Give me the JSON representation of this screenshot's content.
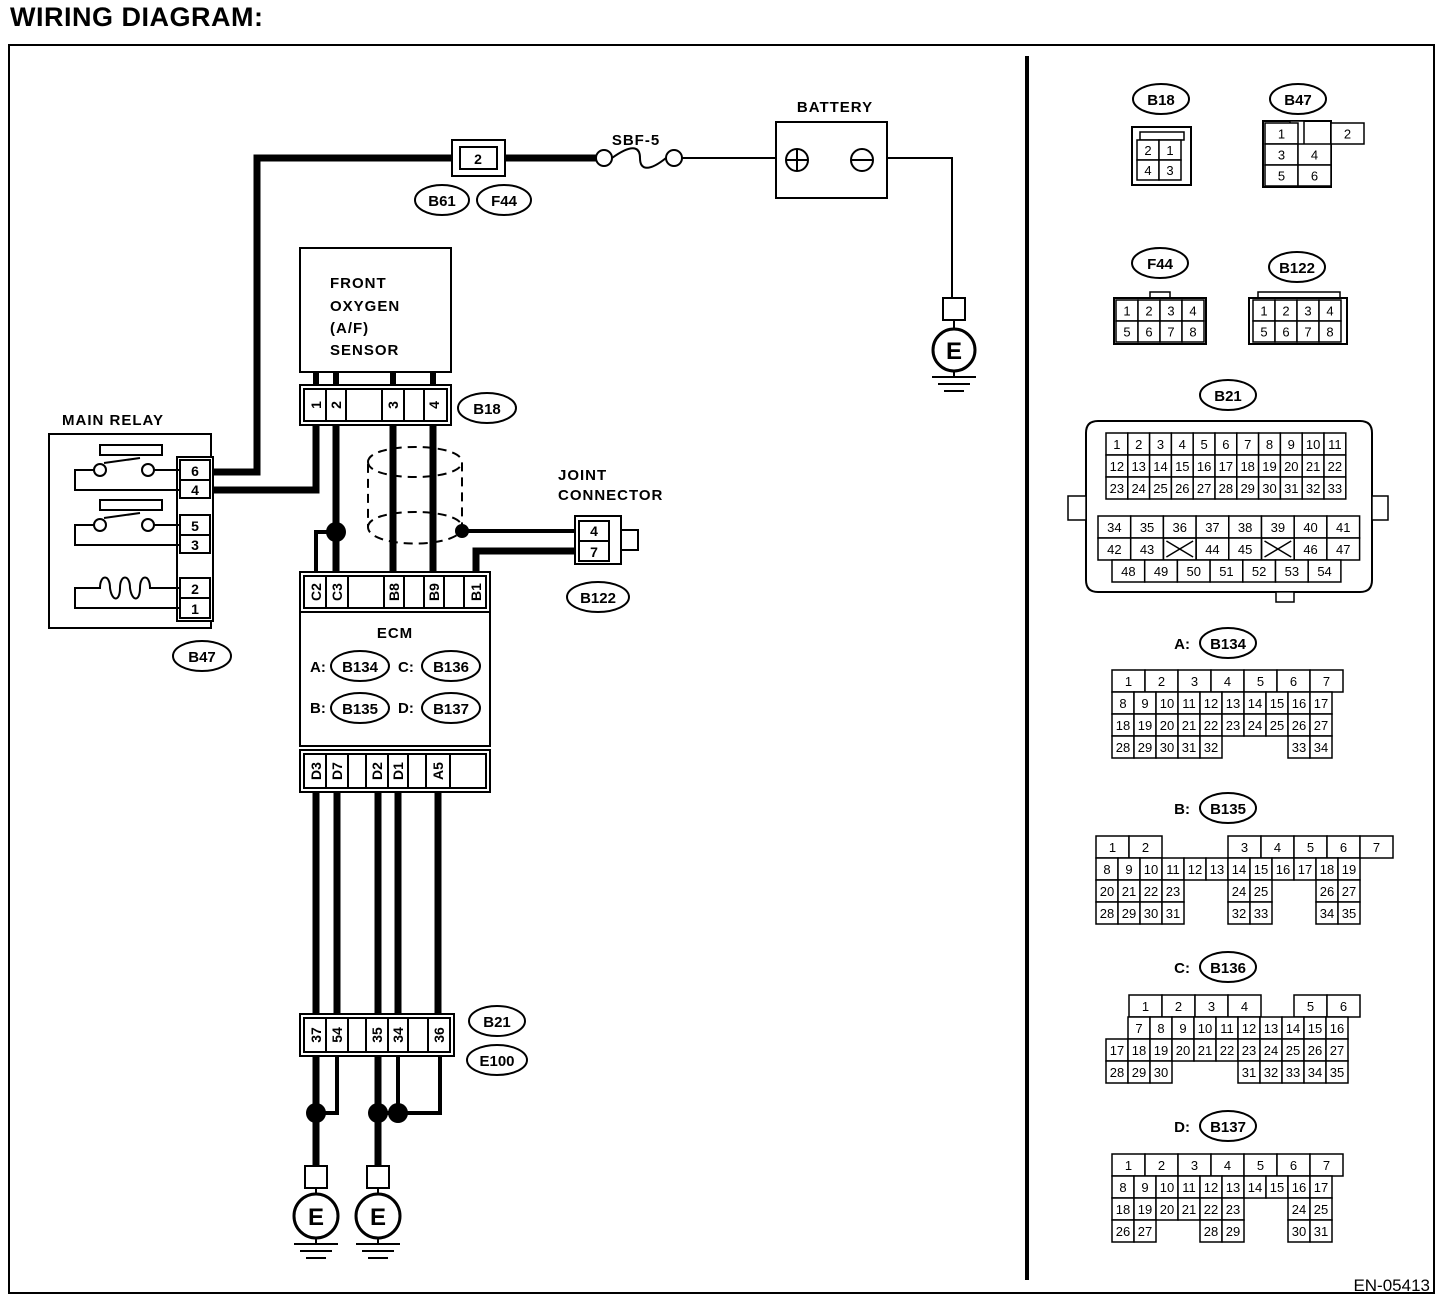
{
  "title": "WIRING DIAGRAM:",
  "figure_code": "EN-05413",
  "components": {
    "battery": "BATTERY",
    "fuse": "SBF-5",
    "sensor": [
      "FRONT",
      "OXYGEN",
      "(A/F)",
      "SENSOR"
    ],
    "main_relay": "MAIN RELAY",
    "joint_connector": [
      "JOINT",
      "CONNECTOR"
    ],
    "ecm": "ECM",
    "ground": "E"
  },
  "connector_tags": {
    "b61": "B61",
    "f44": "F44",
    "b18": "B18",
    "b47": "B47",
    "b122": "B122",
    "b21": "B21",
    "e100": "E100",
    "b134": "B134",
    "b135": "B135",
    "b136": "B136",
    "b137": "B137"
  },
  "ecm_legend": [
    {
      "prefix": "A:",
      "tag": "B134"
    },
    {
      "prefix": "C:",
      "tag": "B136"
    },
    {
      "prefix": "B:",
      "tag": "B135"
    },
    {
      "prefix": "D:",
      "tag": "B137"
    }
  ],
  "pins": {
    "inline_b61": "2",
    "relay": [
      "6",
      "4",
      "5",
      "3",
      "2",
      "1"
    ],
    "sensor": [
      "1",
      "2",
      "3",
      "4"
    ],
    "joint": [
      "4",
      "7"
    ],
    "ecm_top": [
      "C2",
      "C3",
      "B8",
      "B9",
      "B1"
    ],
    "ecm_bottom": [
      "D3",
      "D7",
      "D2",
      "D1",
      "A5"
    ],
    "b21": [
      "37",
      "54",
      "35",
      "34",
      "36"
    ]
  },
  "connector_views": {
    "b18": {
      "tag": "B18",
      "rows": [
        [
          "2",
          "1"
        ],
        [
          "4",
          "3"
        ]
      ]
    },
    "b47": {
      "tag": "B47",
      "rows": [
        [
          "1",
          "2"
        ],
        [
          "3",
          "4"
        ],
        [
          "5",
          "6"
        ]
      ]
    },
    "f44": {
      "tag": "F44",
      "rows": [
        [
          "1",
          "2",
          "3",
          "4"
        ],
        [
          "5",
          "6",
          "7",
          "8"
        ]
      ]
    },
    "b122": {
      "tag": "B122",
      "rows": [
        [
          "1",
          "2",
          "3",
          "4"
        ],
        [
          "5",
          "6",
          "7",
          "8"
        ]
      ]
    },
    "b21": {
      "tag": "B21",
      "rows_top": [
        [
          "1",
          "2",
          "3",
          "4",
          "5",
          "6",
          "7",
          "8",
          "9",
          "10",
          "11"
        ],
        [
          "12",
          "13",
          "14",
          "15",
          "16",
          "17",
          "18",
          "19",
          "20",
          "21",
          "22"
        ],
        [
          "23",
          "24",
          "25",
          "26",
          "27",
          "28",
          "29",
          "30",
          "31",
          "32",
          "33"
        ]
      ],
      "rows_bottom": [
        [
          "34",
          "35",
          "36",
          "37",
          "38",
          "39",
          "40",
          "41"
        ],
        [
          "42",
          "43",
          "",
          "44",
          "45",
          "",
          "46",
          "47"
        ],
        [
          "48",
          "49",
          "50",
          "51",
          "52",
          "53",
          "54"
        ]
      ]
    },
    "a": {
      "prefix": "A:",
      "tag": "B134",
      "rows": [
        [
          "1",
          "2",
          "3",
          "4",
          "5",
          "6",
          "7"
        ],
        [
          "8",
          "9",
          "10",
          "11",
          "12",
          "13",
          "14",
          "15",
          "16",
          "17"
        ],
        [
          "18",
          "19",
          "20",
          "21",
          "22",
          "23",
          "24",
          "25",
          "26",
          "27"
        ],
        [
          "28",
          "29",
          "30",
          "31",
          "32",
          "",
          "",
          "",
          "33",
          "34"
        ]
      ]
    },
    "b": {
      "prefix": "B:",
      "tag": "B135",
      "rows": [
        [
          "1",
          "2",
          "",
          "",
          "3",
          "4",
          "5",
          "6",
          "7"
        ],
        [
          "8",
          "9",
          "10",
          "11",
          "12",
          "13",
          "14",
          "15",
          "16",
          "17",
          "18",
          "19"
        ],
        [
          "20",
          "21",
          "22",
          "23",
          "",
          "",
          "24",
          "25",
          "",
          "",
          "26",
          "27"
        ],
        [
          "28",
          "29",
          "30",
          "31",
          "",
          "",
          "32",
          "33",
          "",
          "",
          "34",
          "35"
        ]
      ]
    },
    "c": {
      "prefix": "C:",
      "tag": "B136",
      "rows": [
        [
          "",
          "1",
          "2",
          "3",
          "4",
          "",
          "5",
          "6"
        ],
        [
          "",
          "7",
          "8",
          "9",
          "10",
          "11",
          "12",
          "13",
          "14",
          "15",
          "16"
        ],
        [
          "17",
          "18",
          "19",
          "20",
          "21",
          "22",
          "23",
          "24",
          "25",
          "26",
          "27"
        ],
        [
          "28",
          "29",
          "30",
          "",
          "",
          "",
          "31",
          "32",
          "33",
          "34",
          "35"
        ]
      ]
    },
    "d": {
      "prefix": "D:",
      "tag": "B137",
      "rows": [
        [
          "1",
          "2",
          "3",
          "4",
          "5",
          "6",
          "7"
        ],
        [
          "8",
          "9",
          "10",
          "11",
          "12",
          "13",
          "14",
          "15",
          "16",
          "17"
        ],
        [
          "18",
          "19",
          "20",
          "21",
          "22",
          "23",
          "",
          "",
          "24",
          "25"
        ],
        [
          "26",
          "27",
          "",
          "",
          "28",
          "29",
          "",
          "",
          "30",
          "31"
        ]
      ]
    }
  }
}
